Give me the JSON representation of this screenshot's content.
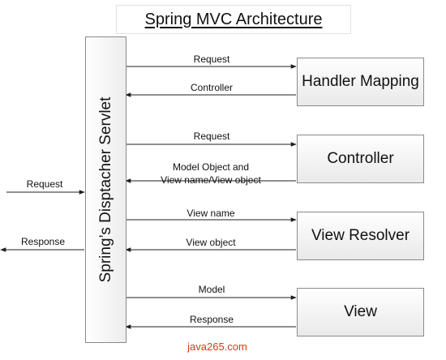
{
  "title": "Spring MVC Architecture",
  "dispatcher": {
    "label": "Spring’s Disptacher Servlet"
  },
  "components": {
    "handler_mapping": "Handler Mapping",
    "controller": "Controller",
    "view_resolver": "View Resolver",
    "view": "View"
  },
  "flows": {
    "client_request": "Request",
    "client_response": "Response",
    "hm_request": "Request",
    "hm_controller": "Controller",
    "ctrl_request": "Request",
    "ctrl_model_line1": "Model Object and",
    "ctrl_model_line2": "View name/View object",
    "vr_view_name": "View name",
    "vr_view_object": "View object",
    "view_model": "Model",
    "view_response": "Response"
  },
  "watermark": "java265.com",
  "colors": {
    "line": "#1f1f1f",
    "box_border": "#8a8a8a",
    "watermark": "#d23b1d"
  }
}
